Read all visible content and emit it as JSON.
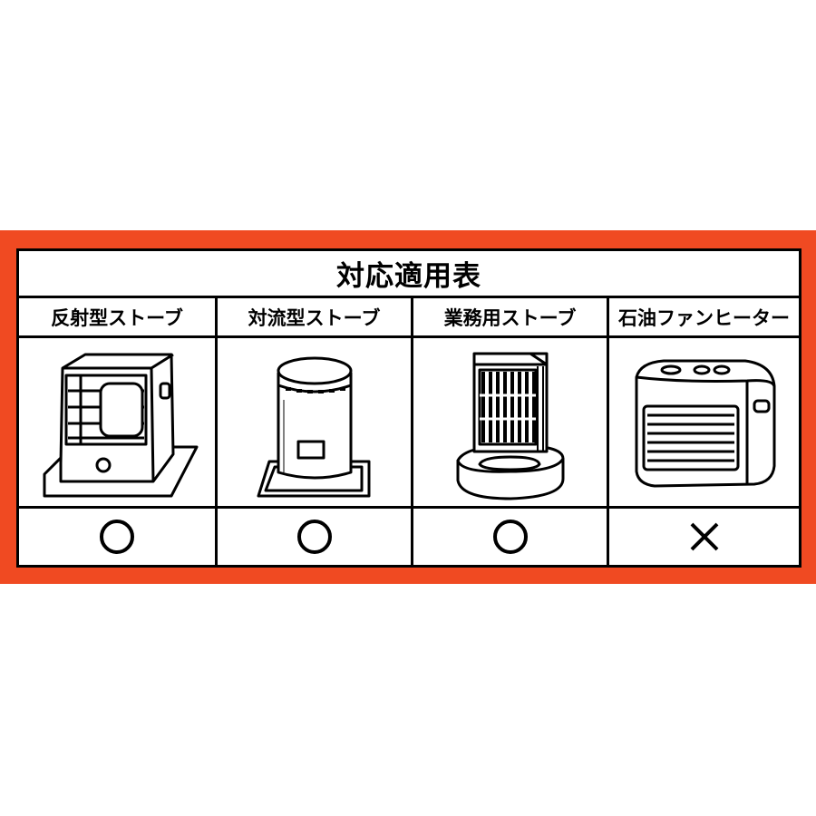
{
  "title": "対応適用表",
  "colors": {
    "frame": "#f04a22",
    "line": "#000000"
  },
  "columns": [
    {
      "label": "反射型ストーブ",
      "icon": "reflective-stove-icon",
      "mark": "circle-mark-icon"
    },
    {
      "label": "対流型ストーブ",
      "icon": "convection-stove-icon",
      "mark": "circle-mark-icon"
    },
    {
      "label": "業務用ストーブ",
      "icon": "commercial-stove-icon",
      "mark": "circle-mark-icon"
    },
    {
      "label": "石油ファンヒーター",
      "icon": "kerosene-fan-heater-icon",
      "mark": "cross-mark-icon"
    }
  ]
}
